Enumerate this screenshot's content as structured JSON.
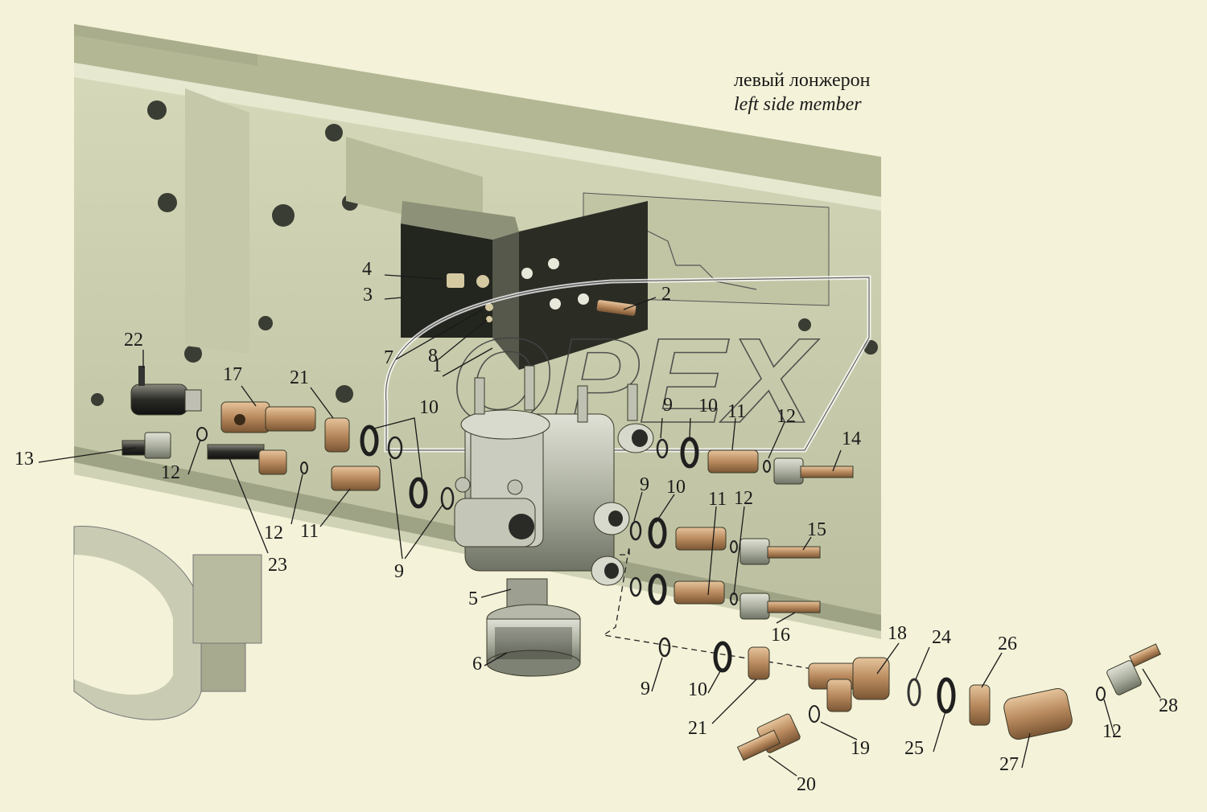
{
  "caption": {
    "line_ru": "левый лонжерон",
    "line_en": "left side member"
  },
  "watermark": "OPEX",
  "callouts": [
    {
      "id": "c1",
      "text": "1"
    },
    {
      "id": "c2",
      "text": "2"
    },
    {
      "id": "c3",
      "text": "3"
    },
    {
      "id": "c4",
      "text": "4"
    },
    {
      "id": "c5",
      "text": "5"
    },
    {
      "id": "c6",
      "text": "6"
    },
    {
      "id": "c7",
      "text": "7"
    },
    {
      "id": "c8",
      "text": "8"
    },
    {
      "id": "c9a",
      "text": "9"
    },
    {
      "id": "c9b",
      "text": "9"
    },
    {
      "id": "c9c",
      "text": "9"
    },
    {
      "id": "c9d",
      "text": "9"
    },
    {
      "id": "c10a",
      "text": "10"
    },
    {
      "id": "c10b",
      "text": "10"
    },
    {
      "id": "c10c",
      "text": "10"
    },
    {
      "id": "c10d",
      "text": "10"
    },
    {
      "id": "c11a",
      "text": "11"
    },
    {
      "id": "c11b",
      "text": "11"
    },
    {
      "id": "c11c",
      "text": "11"
    },
    {
      "id": "c12a",
      "text": "12"
    },
    {
      "id": "c12b",
      "text": "12"
    },
    {
      "id": "c12c",
      "text": "12"
    },
    {
      "id": "c12d",
      "text": "12"
    },
    {
      "id": "c12e",
      "text": "12"
    },
    {
      "id": "c13",
      "text": "13"
    },
    {
      "id": "c14",
      "text": "14"
    },
    {
      "id": "c15",
      "text": "15"
    },
    {
      "id": "c16",
      "text": "16"
    },
    {
      "id": "c17",
      "text": "17"
    },
    {
      "id": "c18",
      "text": "18"
    },
    {
      "id": "c19",
      "text": "19"
    },
    {
      "id": "c20",
      "text": "20"
    },
    {
      "id": "c21a",
      "text": "21"
    },
    {
      "id": "c21b",
      "text": "21"
    },
    {
      "id": "c22",
      "text": "22"
    },
    {
      "id": "c23",
      "text": "23"
    },
    {
      "id": "c24",
      "text": "24"
    },
    {
      "id": "c25",
      "text": "25"
    },
    {
      "id": "c26",
      "text": "26"
    },
    {
      "id": "c27",
      "text": "27"
    },
    {
      "id": "c28",
      "text": "28"
    }
  ],
  "colors": {
    "background": "#f4f2d8",
    "frame": "#c8ccaa",
    "bracket": "#2b2d25",
    "valve": "#b8bcaa",
    "fitting": "#b9906a",
    "nut": "#c8b99a"
  }
}
